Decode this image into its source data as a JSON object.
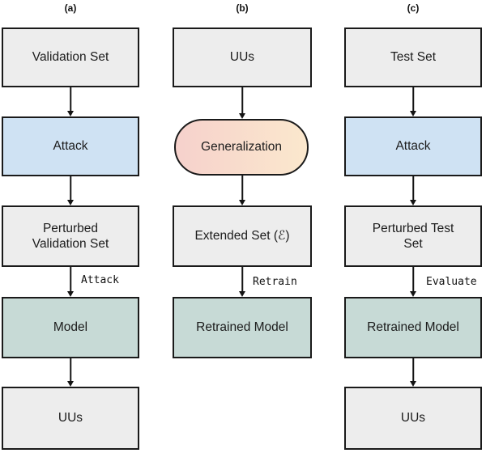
{
  "colors": {
    "border": "#1a1a1a",
    "box_fill": "#ededed",
    "attack_fill": "#cfe2f3",
    "model_fill": "#c7dad6",
    "grad_start": "#f6d1cc",
    "grad_end": "#fbe8cd"
  },
  "diagram": {
    "columns": [
      {
        "header": "(a)",
        "nodes": [
          {
            "label": "Validation Set"
          },
          {
            "label": "Attack"
          },
          {
            "label": "Perturbed Validation Set"
          },
          {
            "label": "Model"
          },
          {
            "label": "UUs"
          }
        ],
        "edge_label": "Attack"
      },
      {
        "header": "(b)",
        "nodes": [
          {
            "label": "UUs"
          },
          {
            "label": "Generalization"
          },
          {
            "label": "Extended Set (ℰ)"
          },
          {
            "label": "Retrained Model"
          }
        ],
        "edge_label": "Retrain"
      },
      {
        "header": "(c)",
        "nodes": [
          {
            "label": "Test Set"
          },
          {
            "label": "Attack"
          },
          {
            "label": "Perturbed Test Set"
          },
          {
            "label": "Retrained Model"
          },
          {
            "label": "UUs"
          }
        ],
        "edge_label": "Evaluate"
      }
    ]
  }
}
